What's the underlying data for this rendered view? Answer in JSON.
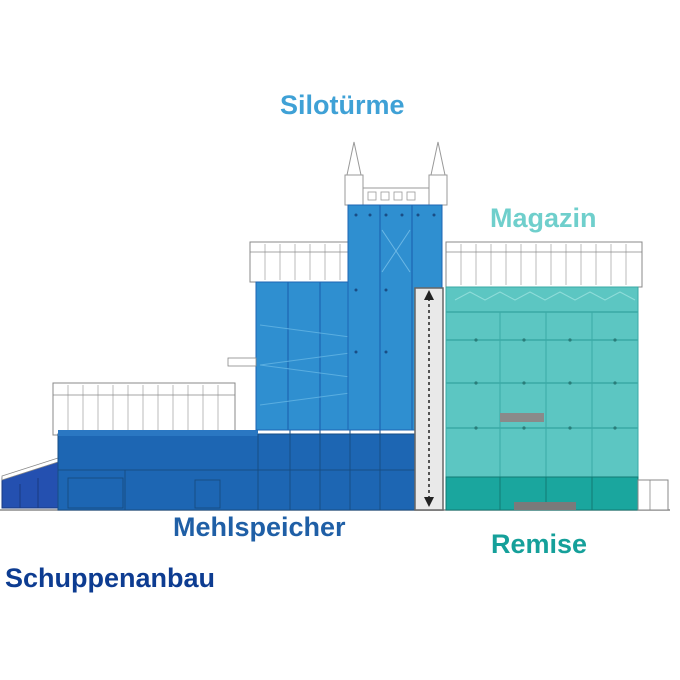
{
  "labels": {
    "silotuerme": "Silotürme",
    "magazin": "Magazin",
    "mehlspeicher": "Mehlspeicher",
    "remise": "Remise",
    "schuppenanbau": "Schuppenanbau"
  },
  "colors": {
    "silotuerme": "#3fa1d6",
    "silotuerme_fill": "#2f8fd0",
    "magazin": "#6fcfcc",
    "magazin_fill": "#5cc6c2",
    "mehlspeicher": "#1f5fa6",
    "mehlspeicher_fill": "#1d66b3",
    "remise": "#15a09a",
    "remise_fill": "#1aa69e",
    "schuppenanbau": "#0d3c91",
    "schuppenanbau_fill": "#1e47a6",
    "outline": "#9a9a9a"
  }
}
